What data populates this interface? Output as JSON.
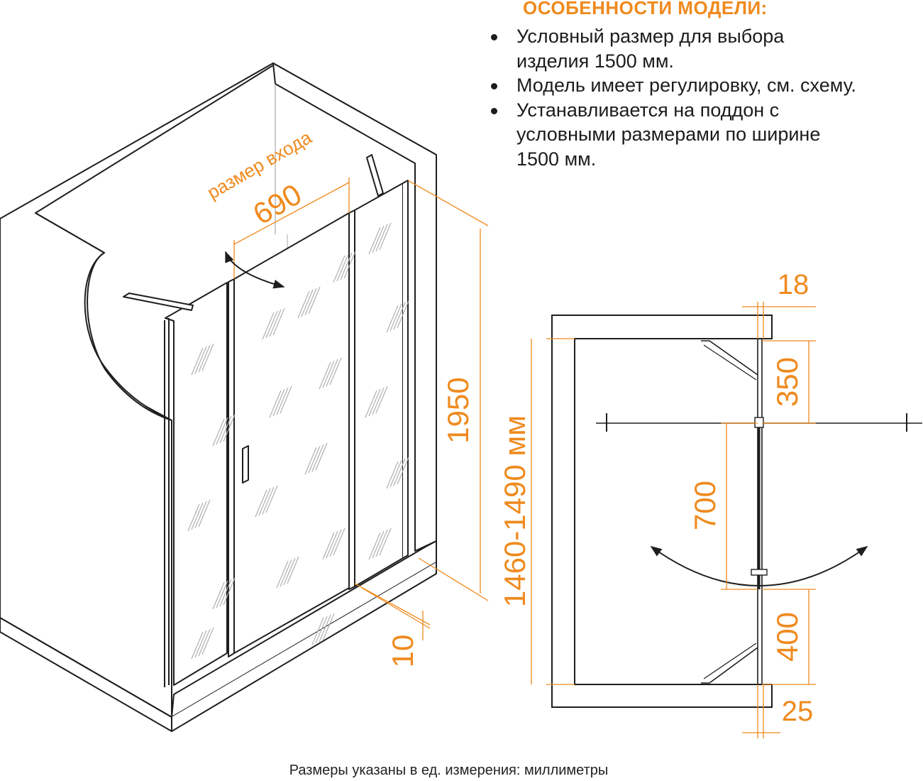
{
  "features": {
    "title": "ОСОБЕННОСТИ МОДЕЛИ:",
    "items": [
      {
        "lines": [
          "Условный размер для выбора",
          "изделия 1500 мм."
        ]
      },
      {
        "lines": [
          "Модель имеет регулировку, см. схему."
        ]
      },
      {
        "lines": [
          "Устанавливается на поддон с",
          "условными размерами по ширине",
          "1500 мм."
        ]
      }
    ]
  },
  "isometric": {
    "entrance_label": "размер входа",
    "entrance_width": "690",
    "height": "1950",
    "side_gap": "10"
  },
  "plan": {
    "width_range": "1460-1490 мм",
    "dim_top_offset": "18",
    "dim_fixed_upper": "350",
    "dim_door": "700",
    "dim_fixed_lower": "400",
    "dim_bottom_offset": "25"
  },
  "footnote": "Размеры указаны в ед. измерения: миллиметры",
  "colors": {
    "dimension": "#ef8a1e",
    "outline": "#1e1e1e"
  }
}
